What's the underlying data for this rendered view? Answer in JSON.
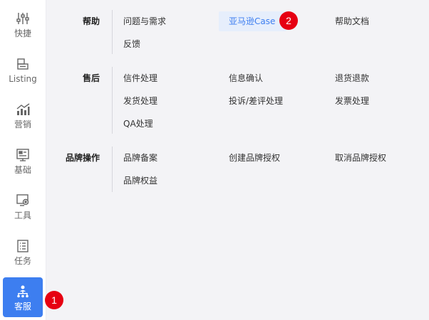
{
  "sidebar": {
    "items": [
      {
        "label": "快捷",
        "icon": "sliders-icon"
      },
      {
        "label": "Listing",
        "icon": "listing-icon"
      },
      {
        "label": "营销",
        "icon": "chart-icon"
      },
      {
        "label": "基础",
        "icon": "dashboard-icon"
      },
      {
        "label": "工具",
        "icon": "tools-icon"
      },
      {
        "label": "任务",
        "icon": "task-list-icon"
      },
      {
        "label": "客服",
        "icon": "customer-service-icon",
        "active": true
      }
    ]
  },
  "annotations": {
    "badge_1": "1",
    "badge_2": "2"
  },
  "menu": {
    "help": {
      "title": "帮助",
      "items": [
        "问题与需求",
        "亚马逊Case",
        "帮助文档",
        "反馈"
      ]
    },
    "after_sales": {
      "title": "售后",
      "items": [
        "信件处理",
        "信息确认",
        "退货退款",
        "发货处理",
        "投诉/差评处理",
        "发票处理",
        "QA处理"
      ]
    },
    "brand": {
      "title": "品牌操作",
      "items": [
        "品牌备案",
        "创建品牌授权",
        "取消品牌授权",
        "品牌权益"
      ]
    }
  },
  "colors": {
    "accent": "#3d7ef0",
    "badge": "#e60012",
    "highlight_bg": "#e6eefc"
  }
}
